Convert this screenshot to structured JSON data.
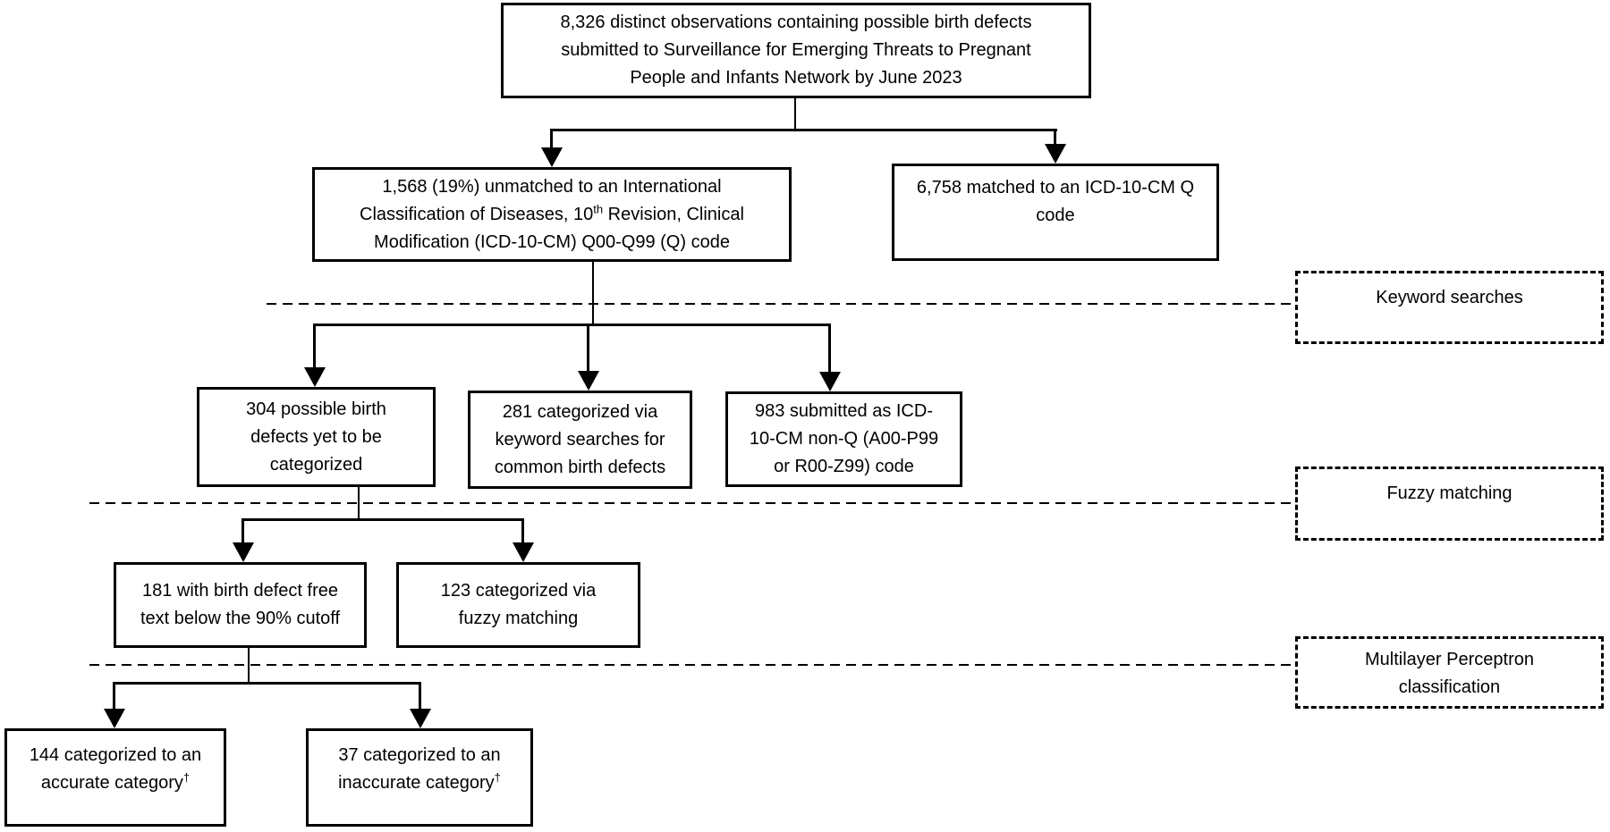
{
  "nodes": {
    "total": {
      "text": "8,326 distinct observations containing possible birth defects\nsubmitted to Surveillance for Emerging Threats to Pregnant\nPeople and Infants Network by June 2023"
    },
    "unmatched": {
      "text_before_sup": "1,568 (19%) unmatched to an International\nClassification of Diseases, 10",
      "sup": "th",
      "text_after_sup": " Revision, Clinical\nModification (ICD-10-CM) Q00-Q99 (Q) code"
    },
    "matched": {
      "text": "6,758 matched to an ICD-10-CM Q\ncode"
    },
    "uncategorized": {
      "text": "304 possible birth\ndefects yet to be\ncategorized"
    },
    "keyword_categorized": {
      "text": "281 categorized via\nkeyword searches for\ncommon birth defects"
    },
    "non_q_code": {
      "text": "983 submitted as ICD-\n10-CM non-Q (A00-P99\nor R00-Z99) code"
    },
    "below_cutoff": {
      "text": "181 with birth defect free\ntext below the 90% cutoff"
    },
    "fuzzy_categorized": {
      "text": "123 categorized via\nfuzzy matching"
    },
    "accurate": {
      "text": "144 categorized to an\naccurate category",
      "sup": "†"
    },
    "inaccurate": {
      "text": "37 categorized to an\ninaccurate category",
      "sup": "†"
    }
  },
  "stage_labels": {
    "keyword": "Keyword searches",
    "fuzzy": "Fuzzy matching",
    "mlp": "Multilayer Perceptron\nclassification"
  },
  "colors": {
    "line": "#000000",
    "background": "#ffffff"
  }
}
